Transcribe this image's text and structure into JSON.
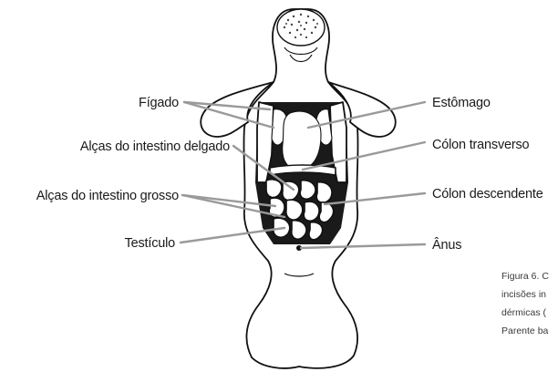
{
  "labels": {
    "figado": "Fígado",
    "alcas_intestino_delgado": "Alças do intestino delgado",
    "alcas_intestino_grosso": "Alças do intestino grosso",
    "testiculo": "Testículo",
    "estomago": "Estômago",
    "colon_transverso": "Cólon transverso",
    "colon_descendente": "Cólon descendente",
    "anus": "Ânus"
  },
  "caption": {
    "line1": "Figura 6. C",
    "line2": "incisões in",
    "line3": "dérmicas (",
    "line4": "Parente ba"
  },
  "colors": {
    "leader_lines": "#9a9a9a",
    "outline": "#111111",
    "text": "#1a1a1a"
  }
}
